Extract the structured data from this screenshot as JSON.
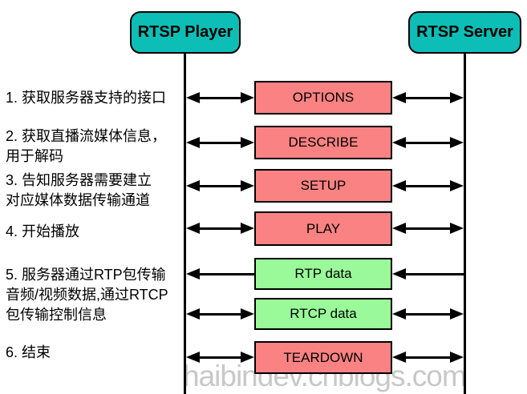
{
  "diagram": {
    "watermark": "haibindev.cnblogs.com",
    "actors": {
      "player": "RTSP Player",
      "server": "RTSP Server"
    },
    "colors": {
      "actor_fill": "#0CBEB6",
      "request_fill": "#FA8282",
      "data_fill": "#9AFA9A",
      "line": "#000000",
      "watermark": "#C8C8C8",
      "background": "#FFFFFF"
    },
    "notes": [
      {
        "text": "1. 获取服务器支持的接口"
      },
      {
        "text": "2. 获取直播流媒体信息，\n用于解码"
      },
      {
        "text": "3. 告知服务器需要建立\n对应媒体数据传输通道"
      },
      {
        "text": "4. 开始播放"
      },
      {
        "text": "5. 服务器通过RTP包传输\n音频/视频数据,通过RTCP\n包传输控制信息"
      },
      {
        "text": "6. 结束"
      }
    ],
    "messages": [
      {
        "label": "OPTIONS",
        "kind": "request",
        "player_arrow": "bidirectional",
        "server_arrow": "bidirectional"
      },
      {
        "label": "DESCRIBE",
        "kind": "request",
        "player_arrow": "bidirectional",
        "server_arrow": "bidirectional"
      },
      {
        "label": "SETUP",
        "kind": "request",
        "player_arrow": "bidirectional",
        "server_arrow": "bidirectional"
      },
      {
        "label": "PLAY",
        "kind": "request",
        "player_arrow": "bidirectional",
        "server_arrow": "bidirectional"
      },
      {
        "label": "RTP data",
        "kind": "data",
        "player_arrow": "toward-player",
        "server_arrow": "toward-box"
      },
      {
        "label": "RTCP data",
        "kind": "data",
        "player_arrow": "bidirectional",
        "server_arrow": "bidirectional"
      },
      {
        "label": "TEARDOWN",
        "kind": "request",
        "player_arrow": "bidirectional",
        "server_arrow": "bidirectional"
      }
    ]
  }
}
